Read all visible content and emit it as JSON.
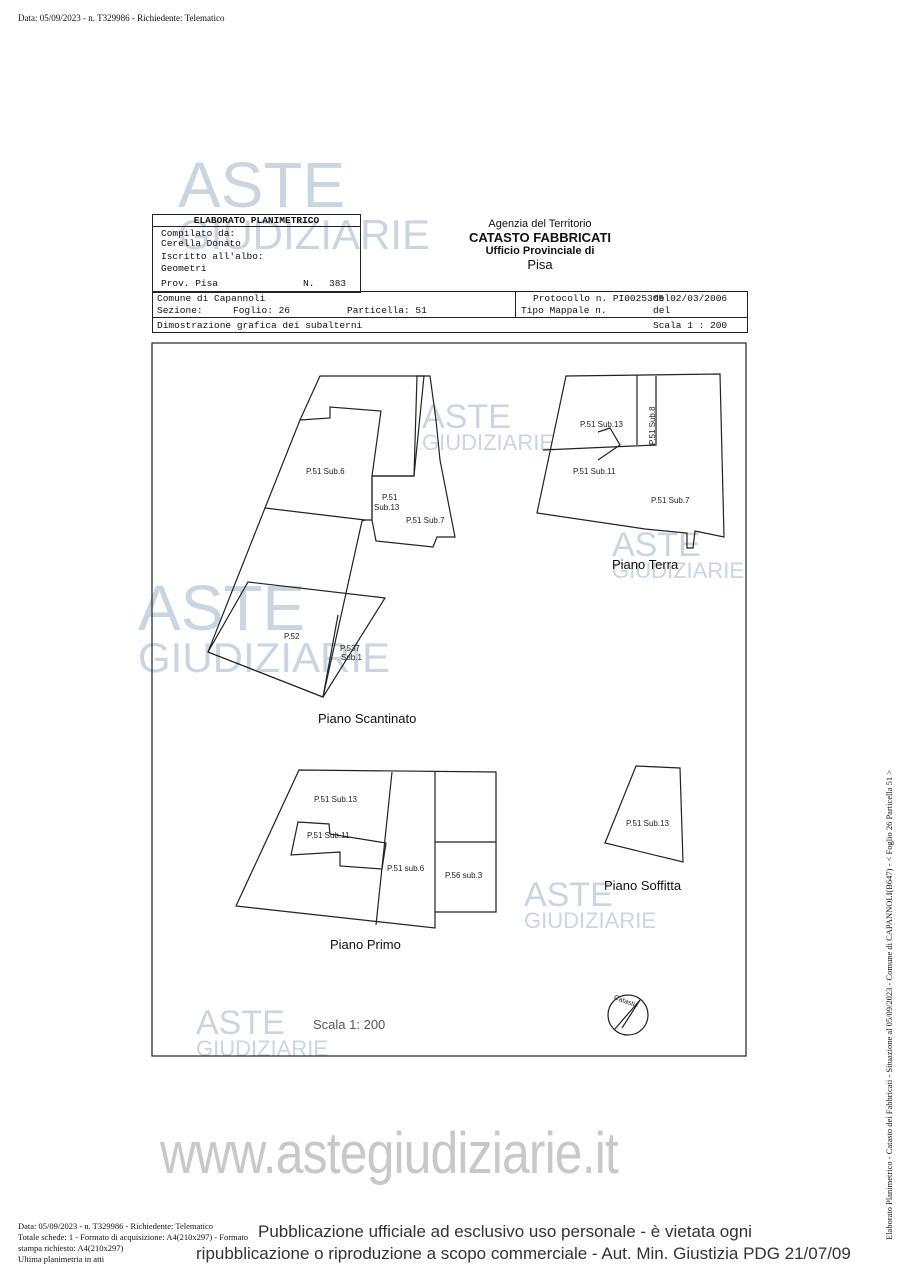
{
  "top_line": "Data: 05/09/2023 - n. T329986 - Richiedente: Telematico",
  "header": {
    "title": "ELABORATO PLANIMETRICO",
    "compiled_label": "Compilato da:",
    "compiled_name": "Cerella Donato",
    "registered_label": "Iscritto all'albo:",
    "registered_value": "Geometri",
    "province": "Prov. Pisa",
    "number_label": "N.",
    "number": "383",
    "agency": "Agenzia del Territorio",
    "catasto": "CATASTO FABBRICATI",
    "office": "Ufficio Provinciale di",
    "city": "Pisa"
  },
  "info": {
    "comune": "Comune di Capannoli",
    "protocollo": "Protocollo n. PI0025305",
    "protocollo_date": "del02/03/2006",
    "sezione": "Sezione:",
    "foglio": "Foglio: 26",
    "particella": "Particella: 51",
    "tipo_mappale": "Tipo Mappale n.",
    "del": "del",
    "description": "Dimostrazione grafica dei subalterni",
    "scale": "Scala 1 : 200"
  },
  "plans": {
    "scantinato": {
      "title": "Piano Scantinato",
      "labels": [
        "P.51 Sub.6",
        "P.51",
        "Sub.13",
        "P.51 Sub.7",
        "P.52",
        "P.537",
        "Sub.1"
      ]
    },
    "terra": {
      "title": "Piano Terra",
      "labels": [
        "P.51 Sub.13",
        "P.51 Sub.8",
        "P.51 Sub.11",
        "P.51 Sub.7"
      ]
    },
    "primo": {
      "title": "Piano Primo",
      "labels": [
        "P.51 Sub.13",
        "P.51 Sub.11",
        "P.51 sub.6",
        "P.56 sub.3"
      ]
    },
    "soffitta": {
      "title": "Piano Soffitta",
      "labels": [
        "P.51 Sub.13"
      ]
    },
    "scale_note": "Scala 1: 200",
    "north": "Catasti"
  },
  "watermark": {
    "line1": "ASTE",
    "line2": "GIUDIZIARIE",
    "url": "www.astegiudiziarie.it"
  },
  "footer": {
    "line1": "Data: 05/09/2023 - n. T329986 - Richiedente: Telematico",
    "line2": "Totale schede: 1 - Formato di acquisizione: A4(210x297) - Formato stampa richiesto: A4(210x297)",
    "line3": "Ultima planimetria in atti",
    "notice1": "Pubblicazione ufficiale ad esclusivo uso personale - è vietata ogni",
    "notice2": "ripubblicazione o riproduzione a scopo commerciale - Aut. Min. Giustizia PDG 21/07/09"
  },
  "side_text": "Elaborato Planimetrico - Catasto dei Fabbricati - Situazione al 05/09/2023 - Comune di CAPANNOLI(B647) - < Foglio 26 Particella 51 >"
}
